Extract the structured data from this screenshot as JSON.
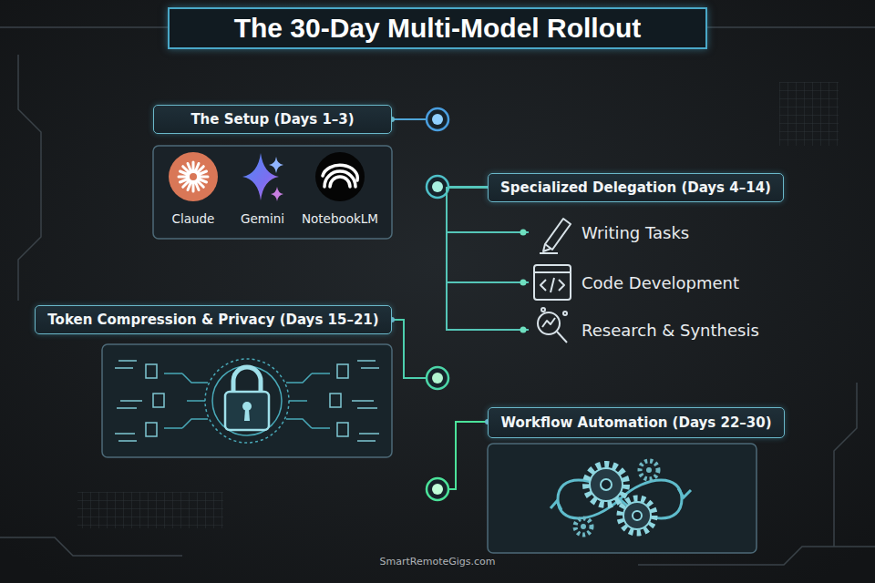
{
  "diagram": {
    "title": "The 30-Day Multi-Model Rollout",
    "nodes": [
      {
        "text": [
          "The Setup (Days 1–3)"
        ]
      },
      {
        "text": [
          "Claude"
        ]
      },
      {
        "text": [
          "Gemini"
        ]
      },
      {
        "text": [
          "NotebookLM"
        ]
      },
      {
        "text": [
          "Specialized Delegation (Days 4–14)"
        ]
      },
      {
        "text": [
          "Writing Tasks"
        ]
      },
      {
        "text": [
          "Code Development"
        ]
      },
      {
        "text": [
          "Research & Synthesis"
        ]
      },
      {
        "text": [
          "Token Compression & Privacy (Days 15–21)"
        ]
      },
      {
        "text": [
          "Workflow Automation (Days 22–30)"
        ]
      }
    ],
    "edges": [
      {
        "from": 4,
        "to": 5,
        "arrow": "none"
      },
      {
        "from": 4,
        "to": 6,
        "arrow": "none"
      },
      {
        "from": 4,
        "to": 7,
        "arrow": "none"
      }
    ],
    "labels": [
      "SmartRemoteGigs.com"
    ]
  }
}
